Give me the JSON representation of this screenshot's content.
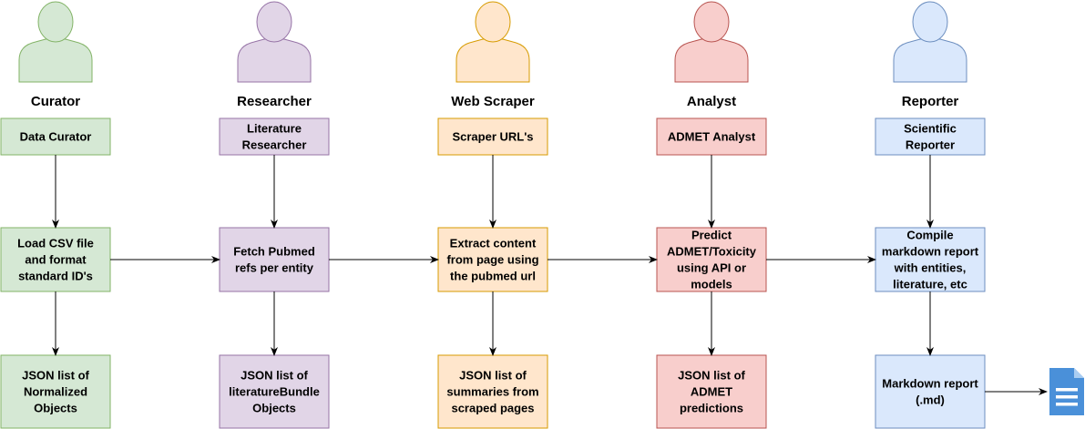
{
  "colors": {
    "green": {
      "fill": "#d5e8d4",
      "stroke": "#82b366"
    },
    "purple": {
      "fill": "#e1d5e7",
      "stroke": "#9673a6"
    },
    "orange": {
      "fill": "#ffe6cc",
      "stroke": "#d79b00"
    },
    "red": {
      "fill": "#f8cecc",
      "stroke": "#b85450"
    },
    "blue": {
      "fill": "#dae8fc",
      "stroke": "#6c8ebf"
    },
    "document_icon": "#4a90d9"
  },
  "roles": [
    {
      "title": "Curator",
      "color": "green",
      "icon": "person-icon",
      "agent": [
        "Data Curator"
      ],
      "task": [
        "Load CSV file",
        "and format",
        "standard ID's"
      ],
      "output": [
        "JSON list of",
        "Normalized",
        "Objects"
      ]
    },
    {
      "title": "Researcher",
      "color": "purple",
      "icon": "person-icon",
      "agent": [
        "Literature",
        "Researcher"
      ],
      "task": [
        "Fetch Pubmed",
        "refs per entity"
      ],
      "output": [
        "JSON list of",
        "literatureBundle",
        "Objects"
      ]
    },
    {
      "title": "Web Scraper",
      "color": "orange",
      "icon": "person-icon",
      "agent": [
        "Scraper URL's"
      ],
      "task": [
        "Extract content",
        "from page using",
        "the pubmed url"
      ],
      "output": [
        "JSON list of",
        "summaries from",
        "scraped pages"
      ]
    },
    {
      "title": "Analyst",
      "color": "red",
      "icon": "person-icon",
      "agent": [
        "ADMET Analyst"
      ],
      "task": [
        "Predict",
        "ADMET/Toxicity",
        "using API or",
        "models"
      ],
      "output": [
        "JSON list of",
        "ADMET",
        "predictions"
      ]
    },
    {
      "title": "Reporter",
      "color": "blue",
      "icon": "person-icon",
      "agent": [
        "Scientific",
        "Reporter"
      ],
      "task": [
        "Compile",
        "markdown report",
        "with entities,",
        "literature, etc"
      ],
      "output": [
        "Markdown report",
        "(.md)"
      ]
    }
  ],
  "final_icon": "document-icon"
}
